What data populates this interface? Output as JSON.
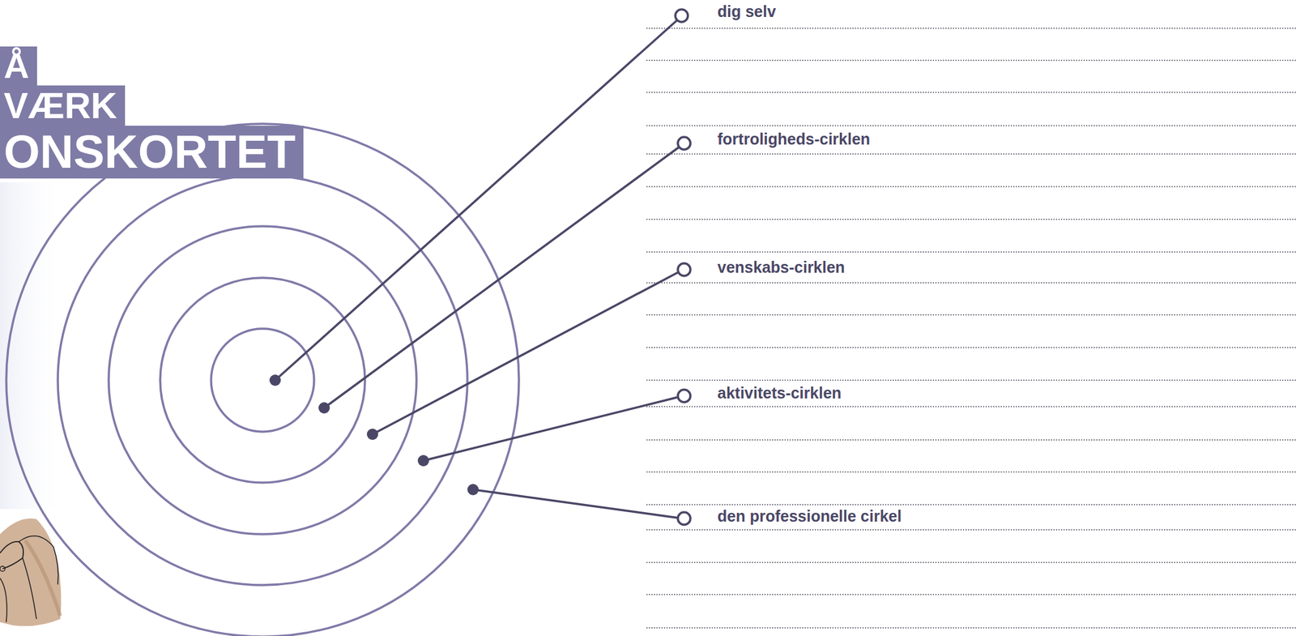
{
  "diagram": {
    "labels": [
      "Å",
      "VÆRK",
      "ONSKORTET",
      "dig selv",
      "fortroligheds-cirklen",
      "venskabs-cirklen",
      "aktivitets-cirklen",
      "den professionelle cirkel"
    ]
  }
}
